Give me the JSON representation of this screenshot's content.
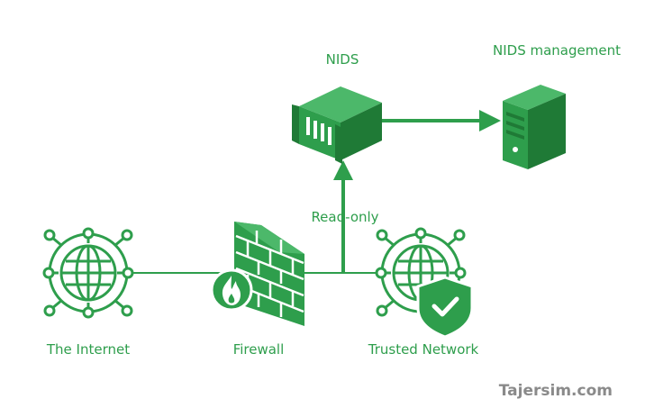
{
  "nodes": {
    "internet": "The Internet",
    "firewall": "Firewall",
    "trusted_network": "Trusted Network",
    "nids": "NIDS",
    "nids_management": "NIDS management"
  },
  "edges": {
    "read_only": "Read-only"
  },
  "watermark": "Tajersim.com",
  "colors": {
    "primary": "#2e9e4c",
    "dark": "#1f7a36",
    "light": "#4cb86a"
  },
  "icons": [
    "globe-network-icon",
    "firewall-brick-icon",
    "fire-icon",
    "server-rack-icon",
    "server-tower-icon",
    "shield-check-icon"
  ]
}
